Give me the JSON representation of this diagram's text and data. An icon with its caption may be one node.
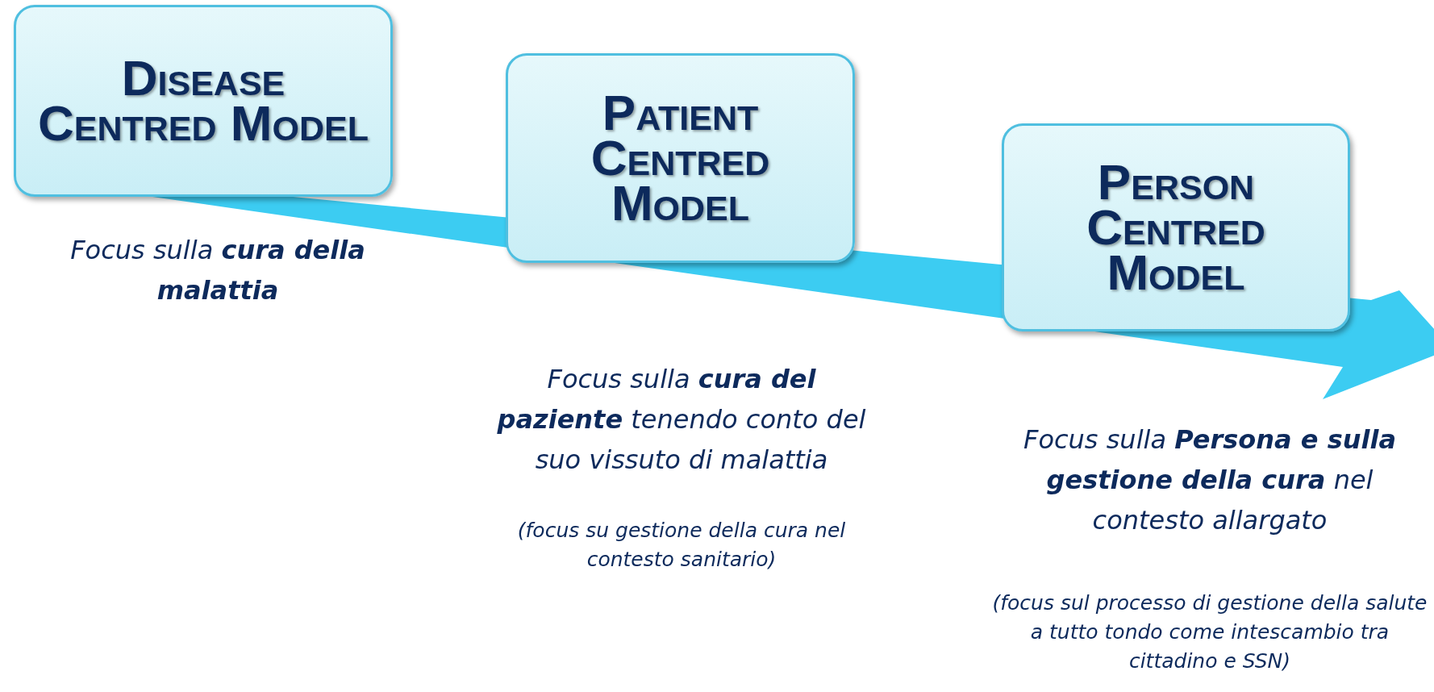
{
  "diagram": {
    "nodes": [
      {
        "text": [
          "Disease Centred Model"
        ],
        "beside": [
          "Focus sulla **cura della malattia**"
        ]
      },
      {
        "text": [
          "Patient Centred Model"
        ],
        "beside": [
          "Focus sulla **cura del paziente** tenendo conto del suo vissuto di malattia",
          "(focus su gestione della cura nel contesto sanitario)"
        ]
      },
      {
        "text": [
          "Person Centred Model"
        ],
        "beside": [
          "Focus sulla **Persona e sulla gestione della cura** nel contesto allargato",
          "(focus sul processo di gestione della salute a tutto tondo come intescambio tra cittadino e SSN)"
        ]
      }
    ]
  }
}
